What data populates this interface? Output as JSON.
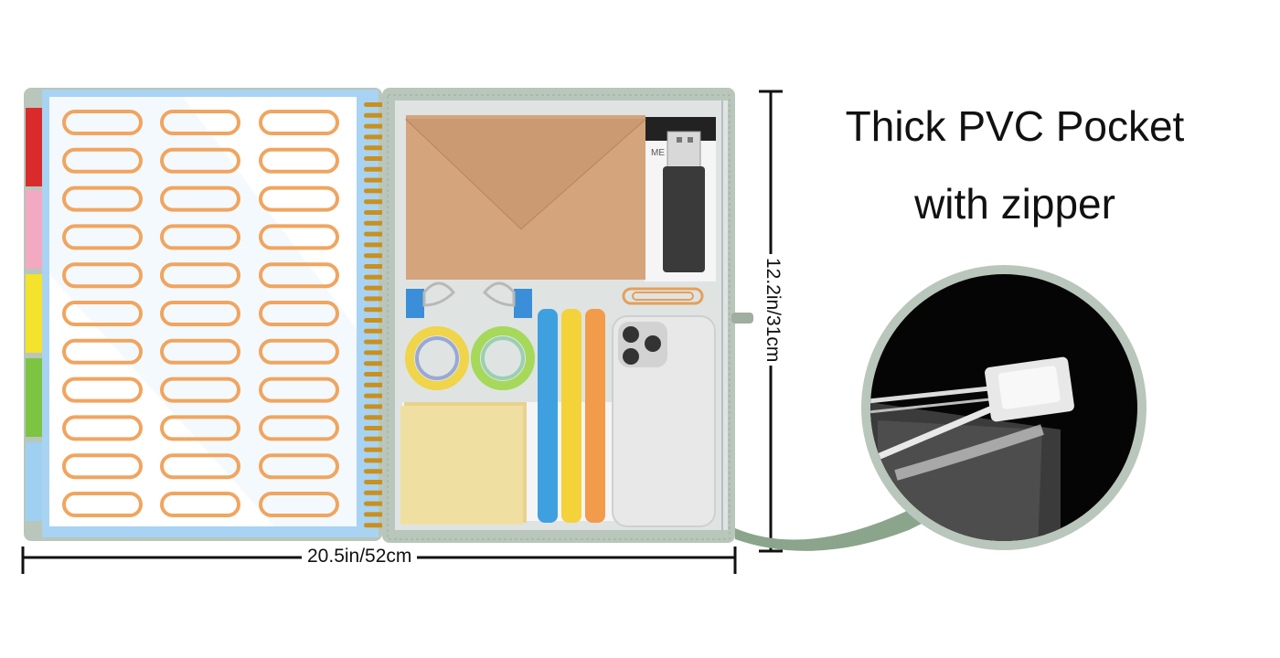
{
  "headline": {
    "line1": "Thick PVC Pocket",
    "line2": "with zipper"
  },
  "dimensions": {
    "width": "20.5in/52cm",
    "height": "12.2in/31cm"
  },
  "notebook_label": "ME",
  "colors": {
    "cover": "#b9c6bb",
    "pocket_blue": "#a9d3f2",
    "coil": "#c8901e",
    "sticker": "#f0a560",
    "arrow": "#8aa58c",
    "envelope": "#d4a47c",
    "tab_red": "#d92b2b",
    "tab_pink": "#f2a9c1",
    "tab_yellow": "#f4e22d",
    "tab_green": "#7cc442",
    "tab_blue": "#9fd0f2"
  },
  "icons": [
    "envelope-icon",
    "usb-drive-icon",
    "binder-clip-icon",
    "washi-tape-icon",
    "highlighter-icon",
    "paper-clip-icon",
    "smartphone-icon",
    "sticky-note-icon",
    "zipper-closeup-icon",
    "curved-arrow-icon"
  ]
}
